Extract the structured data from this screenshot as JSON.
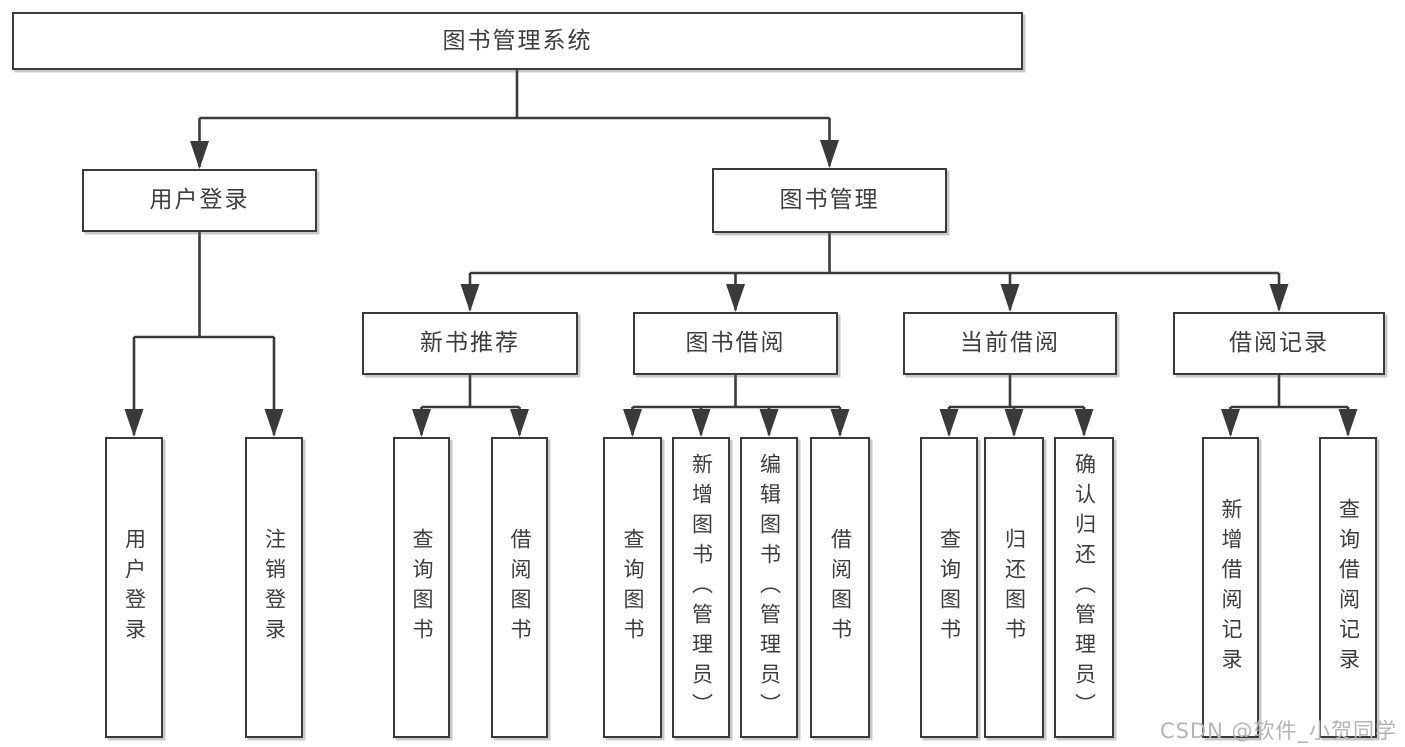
{
  "diagram": {
    "type": "hierarchy-tree",
    "orientation": "top-down"
  },
  "tree": {
    "label": "图书管理系统",
    "children": [
      {
        "label": "用户登录",
        "children": [
          {
            "label": "用户登录"
          },
          {
            "label": "注销登录"
          }
        ]
      },
      {
        "label": "图书管理",
        "children": [
          {
            "label": "新书推荐",
            "children": [
              {
                "label": "查询图书"
              },
              {
                "label": "借阅图书"
              }
            ]
          },
          {
            "label": "图书借阅",
            "children": [
              {
                "label": "查询图书"
              },
              {
                "label": "新增图书（管理员）"
              },
              {
                "label": "编辑图书（管理员）"
              },
              {
                "label": "借阅图书"
              }
            ]
          },
          {
            "label": "当前借阅",
            "children": [
              {
                "label": "查询图书"
              },
              {
                "label": "归还图书"
              },
              {
                "label": "确认归还（管理员）"
              }
            ]
          },
          {
            "label": "借阅记录",
            "children": [
              {
                "label": "新增借阅记录"
              },
              {
                "label": "查询借阅记录"
              }
            ]
          }
        ]
      }
    ]
  },
  "watermark": "CSDN @软件_小贺同学",
  "colors": {
    "line": "#3a3a3a",
    "box_border": "#3a3a3a",
    "box_background": "#ffffff",
    "text": "#3d3d3d",
    "watermark": "#b4b4b4",
    "page_background": "#ffffff"
  }
}
